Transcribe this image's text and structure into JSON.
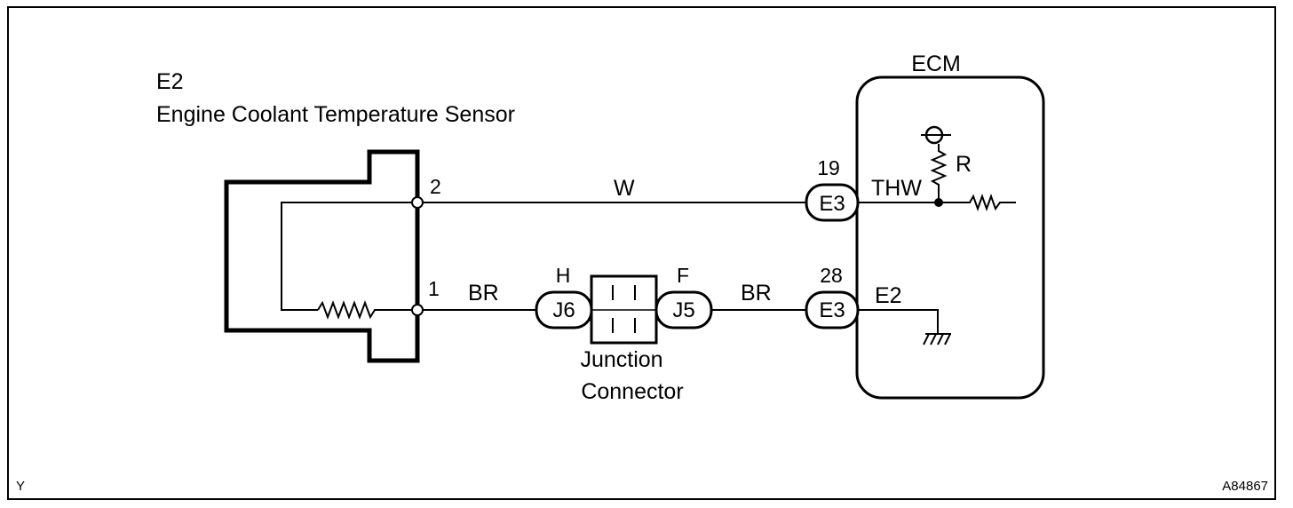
{
  "sensor": {
    "code": "E2",
    "name": "Engine Coolant Temperature Sensor",
    "pin_top": "2",
    "pin_bottom": "1"
  },
  "wires": {
    "top_color": "W",
    "bottom_left_color": "BR",
    "bottom_right_color": "BR"
  },
  "junction": {
    "left_pin": "H",
    "left_connector": "J6",
    "right_pin": "F",
    "right_connector": "J5",
    "label_line1": "Junction",
    "label_line2": "Connector"
  },
  "ecm": {
    "title": "ECM",
    "top_pin_number": "19",
    "top_connector": "E3",
    "top_terminal": "THW",
    "resistor_label": "R",
    "bottom_pin_number": "28",
    "bottom_connector": "E3",
    "bottom_terminal": "E2"
  },
  "footer": {
    "left_code": "Y",
    "right_code": "A84867"
  }
}
